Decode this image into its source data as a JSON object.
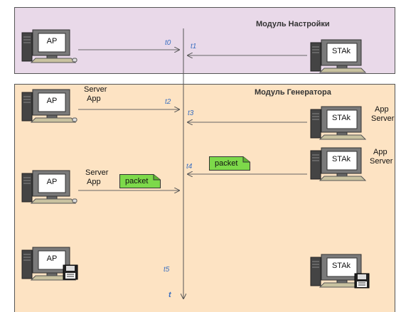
{
  "panels": {
    "settings_title": "Модуль Настройки",
    "generator_title": "Модуль Генератора"
  },
  "nodes": {
    "ap_label": "AP",
    "stak_label": "STAk"
  },
  "labels": {
    "server_app": [
      "Server",
      "App"
    ],
    "app_server": [
      "App",
      "Server"
    ],
    "packet": "packet"
  },
  "timeline": {
    "t0": "t0",
    "t1": "t1",
    "t2": "t2",
    "t3": "t3",
    "t4": "t4",
    "t5": "t5",
    "axis": "t"
  },
  "colors": {
    "settings_bg": "#e9d9e9",
    "generator_bg": "#fde3c3",
    "packet_note": "#7dd94a",
    "time_label": "#3a6fc0"
  }
}
